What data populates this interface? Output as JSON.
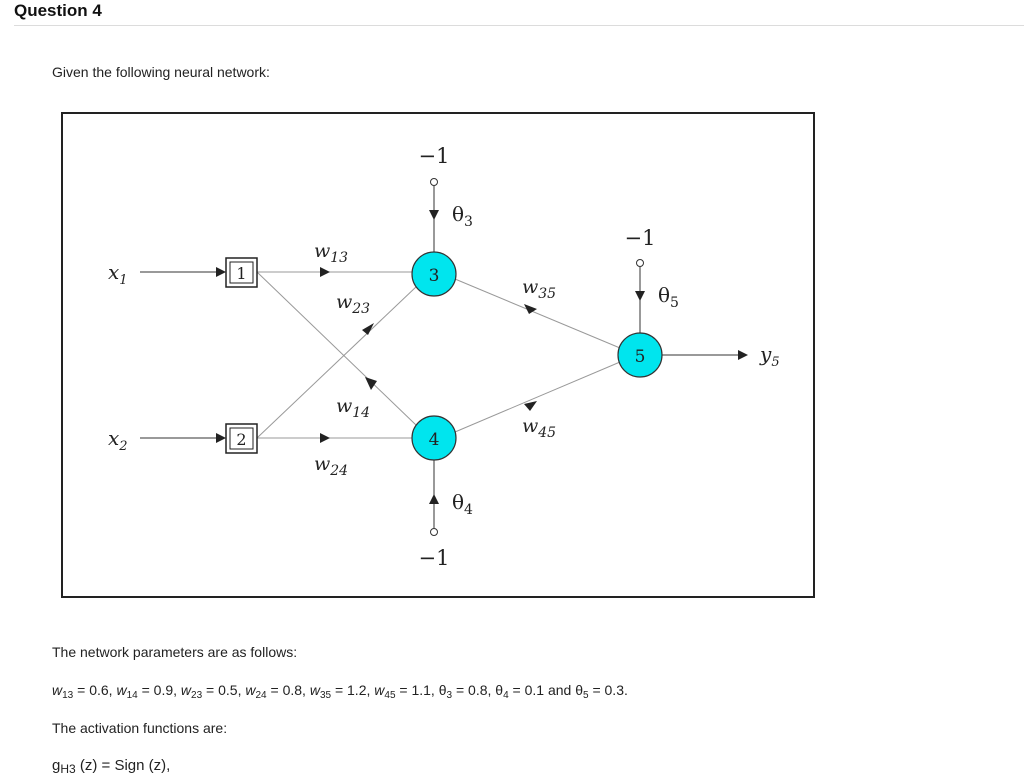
{
  "question": {
    "title": "Question 4"
  },
  "intro": "Given the following neural network:",
  "diagram": {
    "inputs": [
      {
        "label": "x",
        "sub": "1"
      },
      {
        "label": "x",
        "sub": "2"
      }
    ],
    "input_nodes": [
      "1",
      "2"
    ],
    "neurons": [
      "3",
      "4",
      "5"
    ],
    "weights": {
      "w13": {
        "label": "w",
        "sub": "13"
      },
      "w23": {
        "label": "w",
        "sub": "23"
      },
      "w14": {
        "label": "w",
        "sub": "14"
      },
      "w24": {
        "label": "w",
        "sub": "24"
      },
      "w35": {
        "label": "w",
        "sub": "35"
      },
      "w45": {
        "label": "w",
        "sub": "45"
      }
    },
    "thresholds": {
      "theta3": {
        "label": "θ",
        "sub": "3",
        "bias": "−1"
      },
      "theta4": {
        "label": "θ",
        "sub": "4",
        "bias": "−1"
      },
      "theta5": {
        "label": "θ",
        "sub": "5",
        "bias": "−1"
      }
    },
    "output": {
      "label": "y",
      "sub": "5"
    },
    "colors": {
      "neuron_fill": "#00e5ee",
      "box": "#222222",
      "line": "#888888"
    }
  },
  "params_heading": "The network parameters are as follows:",
  "params": [
    {
      "sym": "w",
      "sub": "13",
      "val": " = 0.6, "
    },
    {
      "sym": "w",
      "sub": "14",
      "val": " = 0.9, "
    },
    {
      "sym": "w",
      "sub": "23",
      "val": " = 0.5, "
    },
    {
      "sym": "w",
      "sub": "24",
      "val": " = 0.8, "
    },
    {
      "sym": "w",
      "sub": "35",
      "val": " = 1.2, "
    },
    {
      "sym": "w",
      "sub": "45",
      "val": " = 1.1, "
    },
    {
      "sym": "θ",
      "sub": "3",
      "val": " = 0.8, "
    },
    {
      "sym": "θ",
      "sub": "4",
      "val": " = 0.1 and "
    },
    {
      "sym": "θ",
      "sub": "5",
      "val": " = 0.3."
    }
  ],
  "activation_heading": "The activation functions are:",
  "activation": {
    "g": "g",
    "sub": "H3",
    "rest": " (z) = Sign (z),"
  }
}
